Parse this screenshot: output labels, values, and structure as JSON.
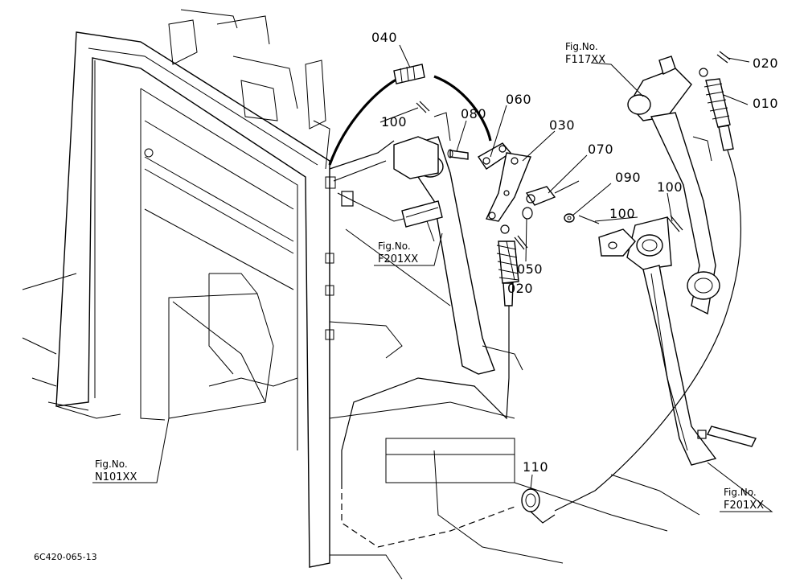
{
  "drawing_code": "6C420-065-13",
  "parts": [
    {
      "id": "p010",
      "label": "010"
    },
    {
      "id": "p020a",
      "label": "020"
    },
    {
      "id": "p020b",
      "label": "020"
    },
    {
      "id": "p030",
      "label": "030"
    },
    {
      "id": "p040",
      "label": "040"
    },
    {
      "id": "p050",
      "label": "050"
    },
    {
      "id": "p060",
      "label": "060"
    },
    {
      "id": "p070",
      "label": "070"
    },
    {
      "id": "p080",
      "label": "080"
    },
    {
      "id": "p090",
      "label": "090"
    },
    {
      "id": "p100a",
      "label": "100"
    },
    {
      "id": "p100b",
      "label": "100"
    },
    {
      "id": "p100c",
      "label": "100"
    },
    {
      "id": "p110",
      "label": "110"
    }
  ],
  "figure_refs": [
    {
      "id": "f117",
      "caption": "Fig.No.",
      "number": "F117XX"
    },
    {
      "id": "f201a",
      "caption": "Fig.No.",
      "number": "F201XX"
    },
    {
      "id": "f201b",
      "caption": "Fig.No.",
      "number": "F201XX"
    },
    {
      "id": "n101",
      "caption": "Fig.No.",
      "number": "N101XX"
    }
  ]
}
